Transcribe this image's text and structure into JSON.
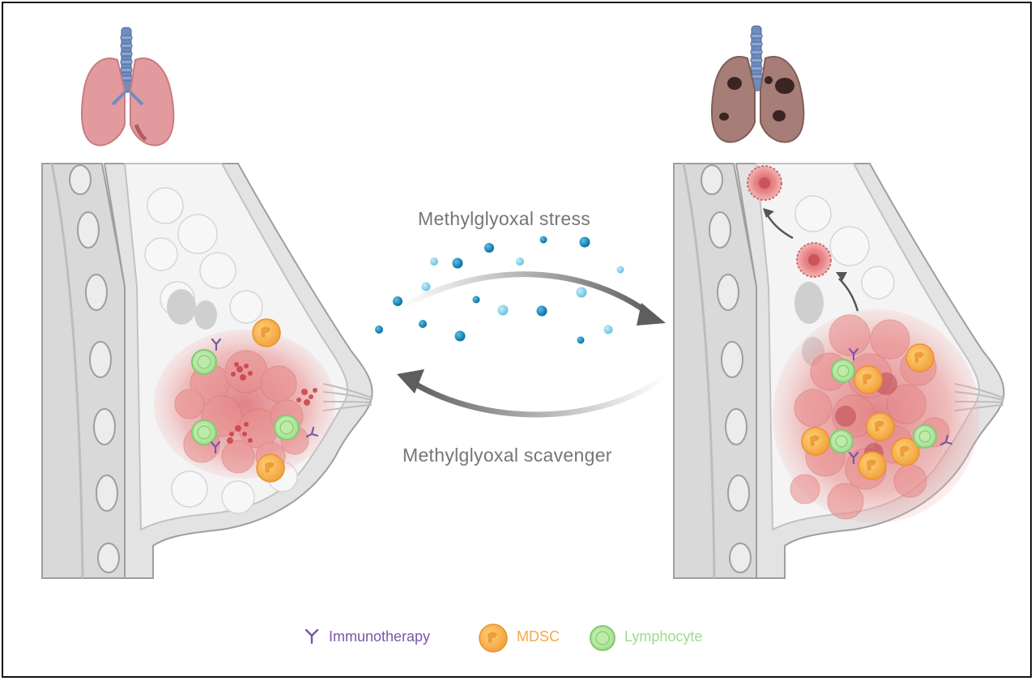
{
  "labels": {
    "stress": "Methylglyoxal stress",
    "scavenger": "Methylglyoxal scavenger"
  },
  "legend": {
    "immunotherapy": "Immunotherapy",
    "mdsc": "MDSC",
    "lymphocyte": "Lymphocyte"
  },
  "colors": {
    "immunotherapy": "#7a57a6",
    "mdsc": "#f5b44c",
    "lymphocyte": "#9ddc8a",
    "tumor": "#e07a7a",
    "arrow": "#6b6b6b",
    "droplet": "#1f8fbf",
    "healthy_lung": "#e39a9f",
    "diseased_lung": "#a67e77"
  },
  "icons": [
    "healthy-lung-icon",
    "metastatic-lung-icon",
    "antibody-icon",
    "mdsc-cell-icon",
    "lymphocyte-cell-icon"
  ]
}
